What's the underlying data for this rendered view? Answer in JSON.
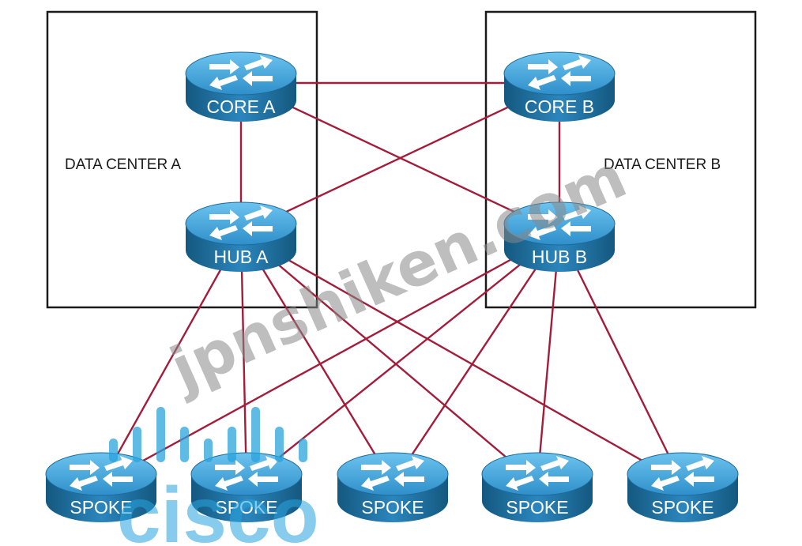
{
  "datacenters": {
    "a": {
      "label": "DATA CENTER A"
    },
    "b": {
      "label": "DATA CENTER B"
    }
  },
  "routers": {
    "core_a": {
      "label": "CORE A"
    },
    "core_b": {
      "label": "CORE B"
    },
    "hub_a": {
      "label": "HUB A"
    },
    "hub_b": {
      "label": "HUB B"
    },
    "spoke_1": {
      "label": "SPOKE"
    },
    "spoke_2": {
      "label": "SPOKE"
    },
    "spoke_3": {
      "label": "SPOKE"
    },
    "spoke_4": {
      "label": "SPOKE"
    },
    "spoke_5": {
      "label": "SPOKE"
    }
  },
  "links": [
    [
      "core_a",
      "core_b"
    ],
    [
      "core_a",
      "hub_a"
    ],
    [
      "core_a",
      "hub_b"
    ],
    [
      "core_b",
      "hub_a"
    ],
    [
      "core_b",
      "hub_b"
    ],
    [
      "hub_a",
      "spoke_1"
    ],
    [
      "hub_a",
      "spoke_2"
    ],
    [
      "hub_a",
      "spoke_3"
    ],
    [
      "hub_a",
      "spoke_4"
    ],
    [
      "hub_a",
      "spoke_5"
    ],
    [
      "hub_b",
      "spoke_1"
    ],
    [
      "hub_b",
      "spoke_2"
    ],
    [
      "hub_b",
      "spoke_3"
    ],
    [
      "hub_b",
      "spoke_4"
    ],
    [
      "hub_b",
      "spoke_5"
    ]
  ],
  "watermark": {
    "text": "jpnshiken.com"
  },
  "logo": {
    "text": "cisco"
  },
  "colors": {
    "link": "#a31d3a",
    "router_body": "#1d6fa3",
    "router_top": "#4aa9dc",
    "border": "#1a1a1a"
  }
}
